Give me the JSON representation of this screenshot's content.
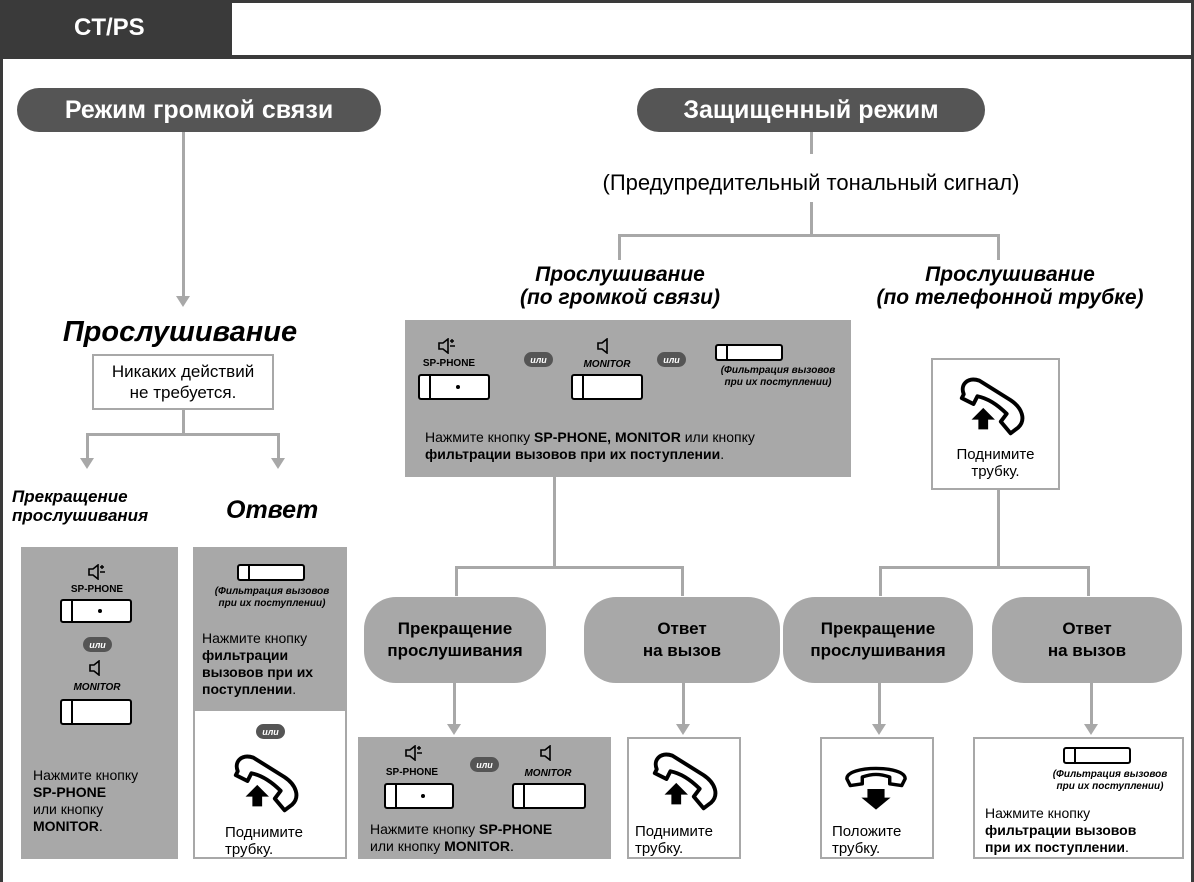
{
  "tab": {
    "label": "CT/PS"
  },
  "left": {
    "mode_pill": "Режим громкой связи",
    "listen_title": "Прослушивание",
    "no_action_line1": "Никаких действий",
    "no_action_line2": "не требуется.",
    "stop_heading_line1": "Прекращение",
    "stop_heading_line2": "прослушивания",
    "answer_heading": "Ответ",
    "stop_panel": {
      "sp_phone_label": "SP-PHONE",
      "or": "или",
      "monitor_label": "MONITOR",
      "line1": "Нажмите кнопку",
      "line2": "SP-PHONE",
      "line3": "или кнопку",
      "line4": "MONITOR",
      "line4_suffix": "."
    },
    "answer_panel": {
      "filter_line1": "(Фильтрация вызовов",
      "filter_line2": "при их поступлении)",
      "press_line1": "Нажмите кнопку",
      "press_line2": "фильтрации",
      "press_line3": "вызовов при их",
      "press_line4": "поступлении",
      "press_line4_suffix": ".",
      "or": "или",
      "pickup_line1": "Поднимите",
      "pickup_line2": "трубку."
    }
  },
  "right": {
    "mode_pill": "Защищенный режим",
    "warning_tone": "(Предупредительный тональный сигнал)",
    "speaker_heading_line1": "Прослушивание",
    "speaker_heading_line2": "(по громкой связи)",
    "handset_heading_line1": "Прослушивание",
    "handset_heading_line2": "(по телефонной трубке)",
    "speaker_panel": {
      "sp_phone_label": "SP-PHONE",
      "or1": "или",
      "monitor_label": "MONITOR",
      "or2": "или",
      "filter_line1": "(Фильтрация вызовов",
      "filter_line2": "при их поступлении)",
      "press_line1_prefix": "Нажмите кнопку ",
      "press_line1_bold": "SP-PHONE, MONITOR",
      "press_line1_suffix": " или кнопку",
      "press_line2_bold": "фильтрации вызовов при их поступлении",
      "press_line2_suffix": "."
    },
    "handset_pickup_line1": "Поднимите",
    "handset_pickup_line2": "трубку.",
    "stop1_pill": "Прекращение\nпрослушивания",
    "answer1_pill": "Ответ\nна вызов",
    "stop2_pill": "Прекращение\nпрослушивания",
    "answer2_pill": "Ответ\nна вызов",
    "stop1_panel": {
      "sp_phone_label": "SP-PHONE",
      "or": "или",
      "monitor_label": "MONITOR",
      "press_line1_prefix": "Нажмите кнопку ",
      "press_line1_bold": "SP-PHONE",
      "press_line2_prefix": "или кнопку ",
      "press_line2_bold": "MONITOR",
      "press_line2_suffix": "."
    },
    "answer1_pickup_line1": "Поднимите",
    "answer1_pickup_line2": "трубку.",
    "stop2_putdown_line1": "Положите",
    "stop2_putdown_line2": "трубку.",
    "answer2_panel": {
      "filter_line1": "(Фильтрация вызовов",
      "filter_line2": "при их поступлении)",
      "press_line1": "Нажмите кнопку",
      "press_line2": "фильтрации вызовов",
      "press_line3": "при их поступлении",
      "press_line3_suffix": "."
    }
  },
  "colors": {
    "dark": "#555555",
    "gray": "#a8a8a8",
    "frame": "#3a3a3a"
  },
  "icons": [
    "speakerphone-icon",
    "monitor-speaker-icon",
    "handset-up-icon",
    "handset-down-icon"
  ]
}
